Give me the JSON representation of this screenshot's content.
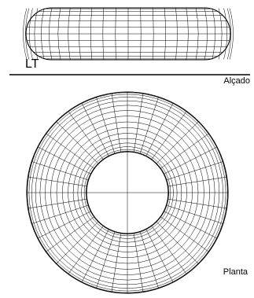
{
  "labels": {
    "ground_line": "LT",
    "elevation": "Alçado",
    "plan": "Planta"
  },
  "colors": {
    "background": "#ffffff",
    "line": "#000000"
  },
  "drawing": {
    "elevation_meridians": 26,
    "elevation_parallels": 12,
    "plan_radial_divisions": 40,
    "plan_concentric_rings": 16
  }
}
